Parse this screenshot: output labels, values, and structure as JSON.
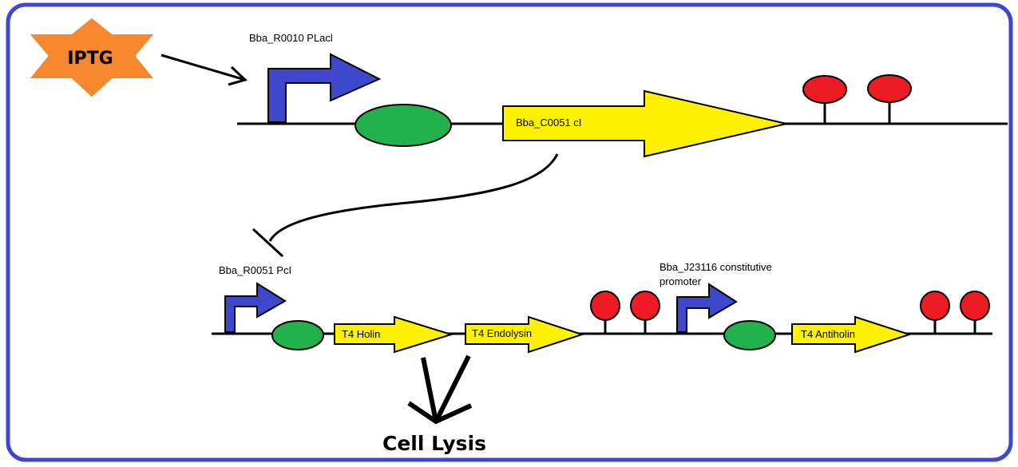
{
  "inducer": {
    "label": "IPTG",
    "color": "#f7882f"
  },
  "construct1": {
    "promoter_label": "Bba_R0010 PLacl",
    "gene_label": "Bba_C0051 cI"
  },
  "construct2": {
    "promoter1_label": "Bba_R0051 PcI",
    "gene1_label": "T4 Holin",
    "gene2_label": "T4 Endolysin",
    "promoter2_label_line1": "Bba_J23116 constitutive",
    "promoter2_label_line2": "promoter",
    "gene3_label": "T4 Antiholin"
  },
  "outcome": {
    "label": "Cell Lysis"
  },
  "colors": {
    "frame": "#3f48cc",
    "promoter": "#3f48cc",
    "rbs": "#22b14c",
    "gene": "#fff200",
    "terminator": "#ed1c24"
  }
}
